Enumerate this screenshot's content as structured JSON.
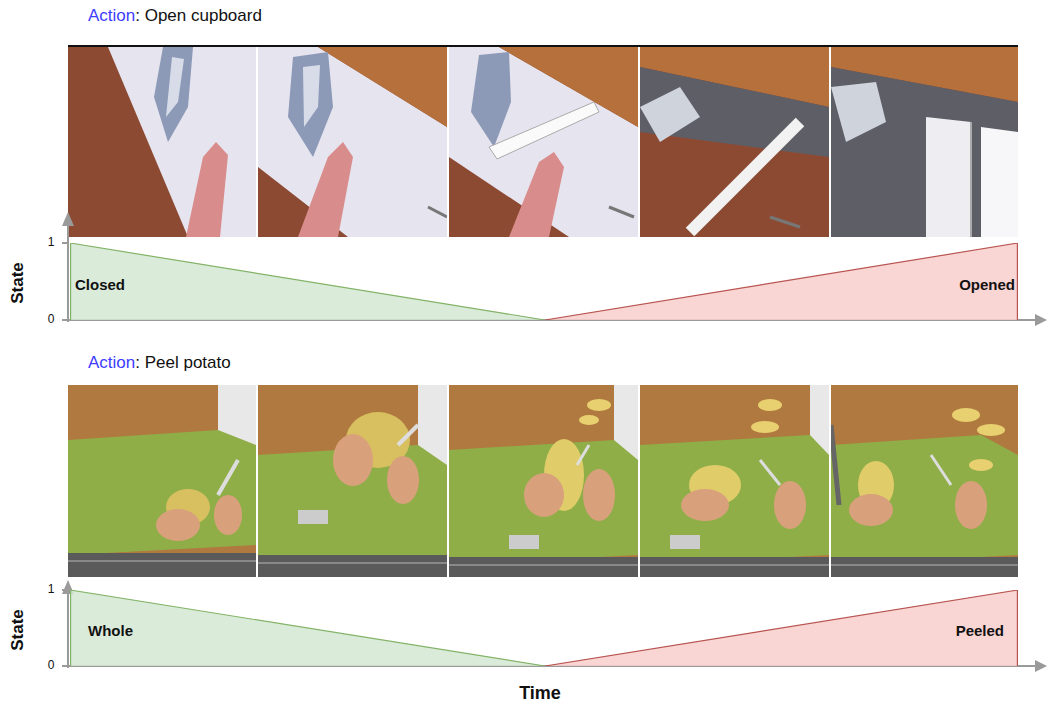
{
  "diagram": {
    "nodes": [
      {
        "text": [
          "Closed"
        ]
      },
      {
        "text": [
          "Opened"
        ]
      },
      {
        "text": [
          "Whole"
        ]
      },
      {
        "text": [
          "Peeled"
        ]
      }
    ],
    "labels": [
      "Action",
      ": Open cupboard",
      "State",
      "1",
      "0",
      "Action",
      ": Peel potato",
      "State",
      "1",
      "0",
      "Time"
    ]
  }
}
